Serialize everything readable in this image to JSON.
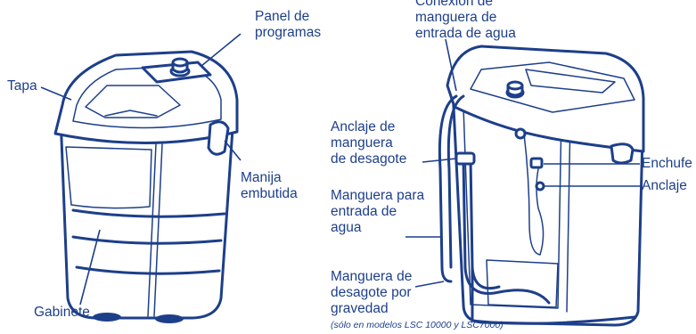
{
  "labels": {
    "panel": "Panel de\nprogramas",
    "tapa": "Tapa",
    "manija": "Manija\nembutida",
    "gabinete": "Gabinete",
    "conexion": "Conexión de\nmanguera de\nentrada de agua",
    "anclaje_desagote": "Anclaje de\nmanguera\nde desagote",
    "manguera_entrada": "Manguera para\nentrada de\nagua",
    "manguera_desagote": "Manguera de\ndesagote por\ngravedad",
    "nota_modelos": "(sólo en modelos LSC 10000 y LSC7000)",
    "enchufe": "Enchufe",
    "anclaje": "Anclaje"
  },
  "colors": {
    "ink": "#1d3f8a",
    "background": "#ffffff"
  }
}
